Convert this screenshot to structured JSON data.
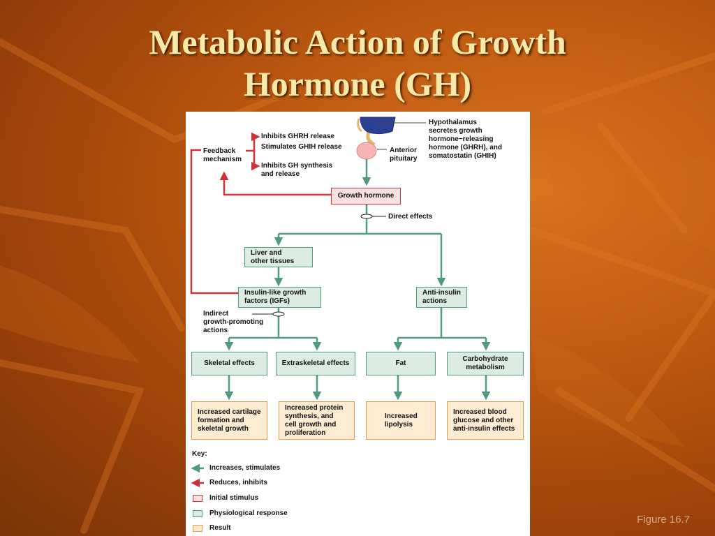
{
  "title_line1": "Metabolic Action of Growth",
  "title_line2": "Hormone (GH)",
  "figure_label": "Figure 16.7",
  "colors": {
    "stimulate": "#4f9a80",
    "inhibit": "#d0303a",
    "response_fill": "#dcece3",
    "result_fill": "#fdecd2",
    "stimulus_fill": "#fbe0e0"
  },
  "diagram": {
    "hypothalamus": "Hypothalamus\nsecretes growth\nhormone−releasing\nhormone (GHRH), and\nsomatostatin (GHIH)",
    "anterior_pituitary": "Anterior\npituitary",
    "feedback": "Feedback\nmechanism",
    "inhibits_ghrh": "Inhibits GHRH release",
    "stimulates_ghih": "Stimulates GHIH release",
    "inhibits_gh": "Inhibits GH synthesis\nand release",
    "growth_hormone": "Growth hormone",
    "direct_effects": "Direct effects",
    "liver": "Liver and\nother tissues",
    "igfs": "Insulin-like growth\nfactors (IGFs)",
    "anti_insulin": "Anti-insulin\nactions",
    "indirect": "Indirect\ngrowth-promoting\nactions",
    "skeletal": "Skeletal effects",
    "extraskeletal": "Extraskeletal effects",
    "fat": "Fat",
    "carbohydrate": "Carbohydrate\nmetabolism",
    "result_cartilage": "Increased cartilage\nformation and\nskeletal growth",
    "result_protein": "Increased protein\nsynthesis, and\ncell growth and\nproliferation",
    "result_lipolysis": "Increased\nlipolysis",
    "result_glucose": "Increased blood\nglucose and other\nanti-insulin effects"
  },
  "key": {
    "title": "Key:",
    "increases": "Increases, stimulates",
    "reduces": "Reduces, inhibits",
    "initial": "Initial stimulus",
    "physiological": "Physiological response",
    "result": "Result"
  }
}
